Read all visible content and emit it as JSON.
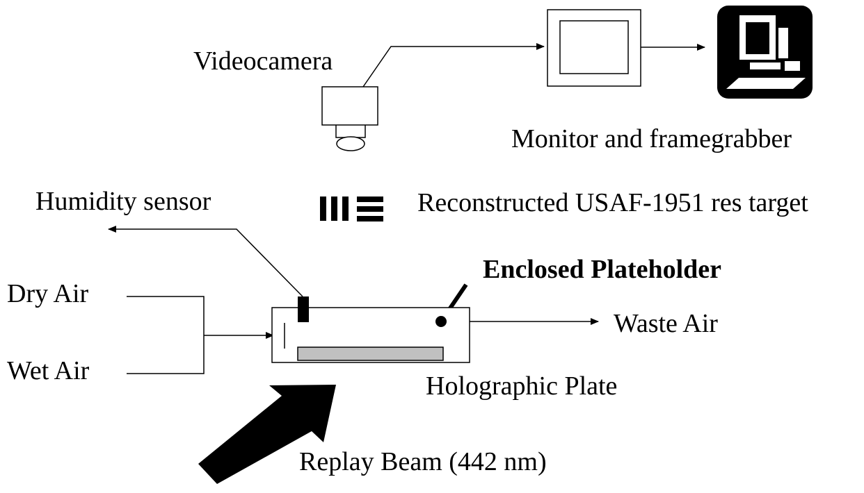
{
  "labels": {
    "videocamera": "Videocamera",
    "monitor": "Monitor and framegrabber",
    "humidity_sensor": "Humidity sensor",
    "res_target": "Reconstructed USAF-1951 res target",
    "plateholder": "Enclosed Plateholder",
    "dry_air": "Dry Air",
    "wet_air": "Wet Air",
    "waste_air": "Waste Air",
    "holographic_plate": "Holographic Plate",
    "replay_beam": "Replay Beam (442 nm)"
  },
  "colors": {
    "ink": "#000000",
    "plate_fill": "#c0c0c0",
    "background": "#ffffff"
  },
  "icons": {
    "computer": "computer-icon",
    "camera": "videocamera-icon",
    "monitor": "monitor-icon",
    "target": "usaf-target-icon"
  }
}
